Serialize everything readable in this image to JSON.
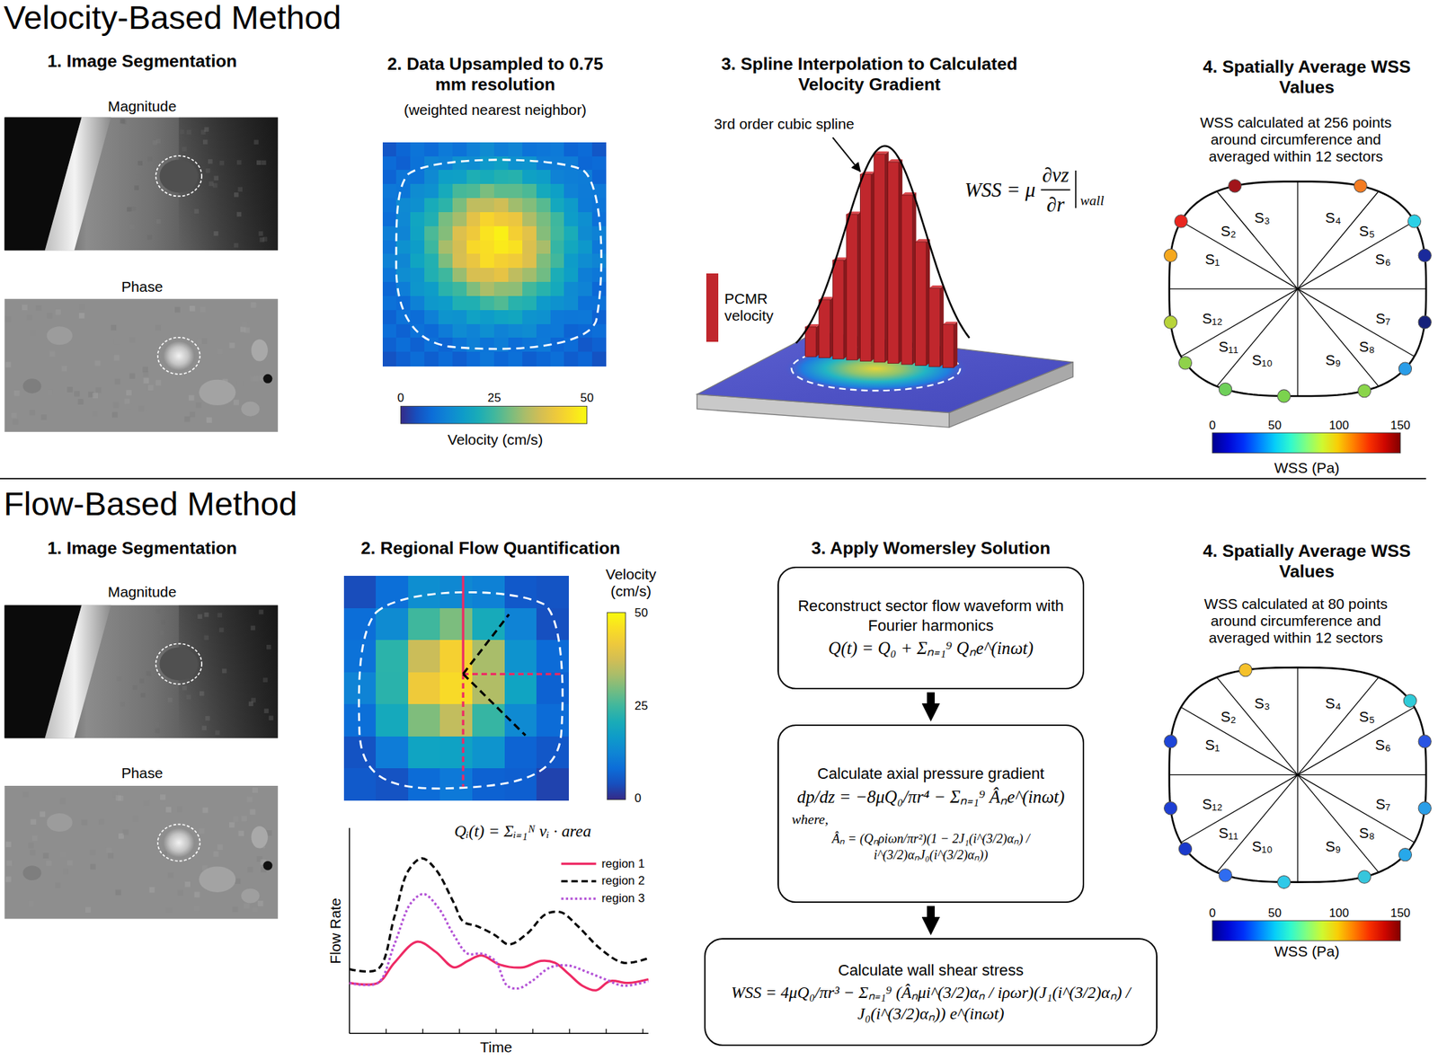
{
  "diagram": {
    "nodes": [
      {
        "text": [
          "Reconstruct sector flow waveform with Fourier harmonics",
          "Q(t) = Q₀ + Σₙ₌₁⁹ Qₙe^(inωt)"
        ]
      },
      {
        "text": [
          "Calculate axial pressure gradient",
          "dp/dz = −8μQ₀/πr⁴ − Σₙ₌₁⁹ Âₙe^(inωt)",
          "where,",
          "Âₙ = (Qₙρiωn/πr²)(1 − 2J₁(i^(3/2)αₙ) / i^(3/2)αₙJ₀(i^(3/2)αₙ))"
        ]
      },
      {
        "text": [
          "Calculate wall shear stress",
          "WSS = 4μQ₀/πr³ − Σₙ₌₁⁹ (Âₙμi^(3/2)αₙ / iρωr)(J₁(i^(3/2)αₙ) / J₀(i^(3/2)αₙ)) e^(inωt)"
        ]
      }
    ],
    "edges": [
      {
        "from": 0,
        "to": 1,
        "arrow": "to"
      },
      {
        "from": 1,
        "to": 2,
        "arrow": "to"
      }
    ],
    "labels": [
      "Velocity-Based Method",
      "1. Image Segmentation",
      "Magnitude",
      "Phase",
      "2. Data Upsampled to 0.75 mm resolution",
      "(weighted nearest neighbor)",
      "0",
      "25",
      "50",
      "Velocity (cm/s)",
      "3. Spline Interpolation to Calculated Velocity Gradient",
      "3rd order cubic spline",
      "WSS = μ",
      "∂vz",
      "∂r",
      "wall",
      "4. Spatially Average WSS Values",
      "WSS calculated at 256 points around circumference and averaged within 12 sectors",
      "S₁",
      "S₂",
      "S₃",
      "S₄",
      "S₅",
      "S₆",
      "S₇",
      "S₈",
      "S₉",
      "S₁₀",
      "S₁₁",
      "S₁₂",
      "0",
      "50",
      "100",
      "150",
      "WSS (Pa)",
      "Flow-Based Method",
      "1. Image Segmentation",
      "Magnitude",
      "Phase",
      "2. Regional Flow Quantification",
      "Velocity (cm/s)",
      "50",
      "25",
      "0",
      "Qᵢ(t) = Σᵢ₌₁ᴺ vᵢ · area",
      "Flow Rate",
      "Time",
      "3. Apply Womersley Solution",
      "4. Spatially Average WSS Values",
      "WSS calculated at 80 points around circumference and averaged within 12 sectors",
      "S₁",
      "S₂",
      "S₃",
      "S₄",
      "S₅",
      "S₆",
      "S₇",
      "S₈",
      "S₉",
      "S₁₀",
      "S₁₁",
      "S₁₂",
      "0",
      "50",
      "100",
      "150",
      "WSS (Pa)"
    ],
    "legend": [
      {
        "text": "PCMR velocity",
        "color": "#c0272d"
      },
      {
        "text": "region 1"
      },
      {
        "text": "region 2"
      },
      {
        "text": "region 3"
      }
    ]
  }
}
